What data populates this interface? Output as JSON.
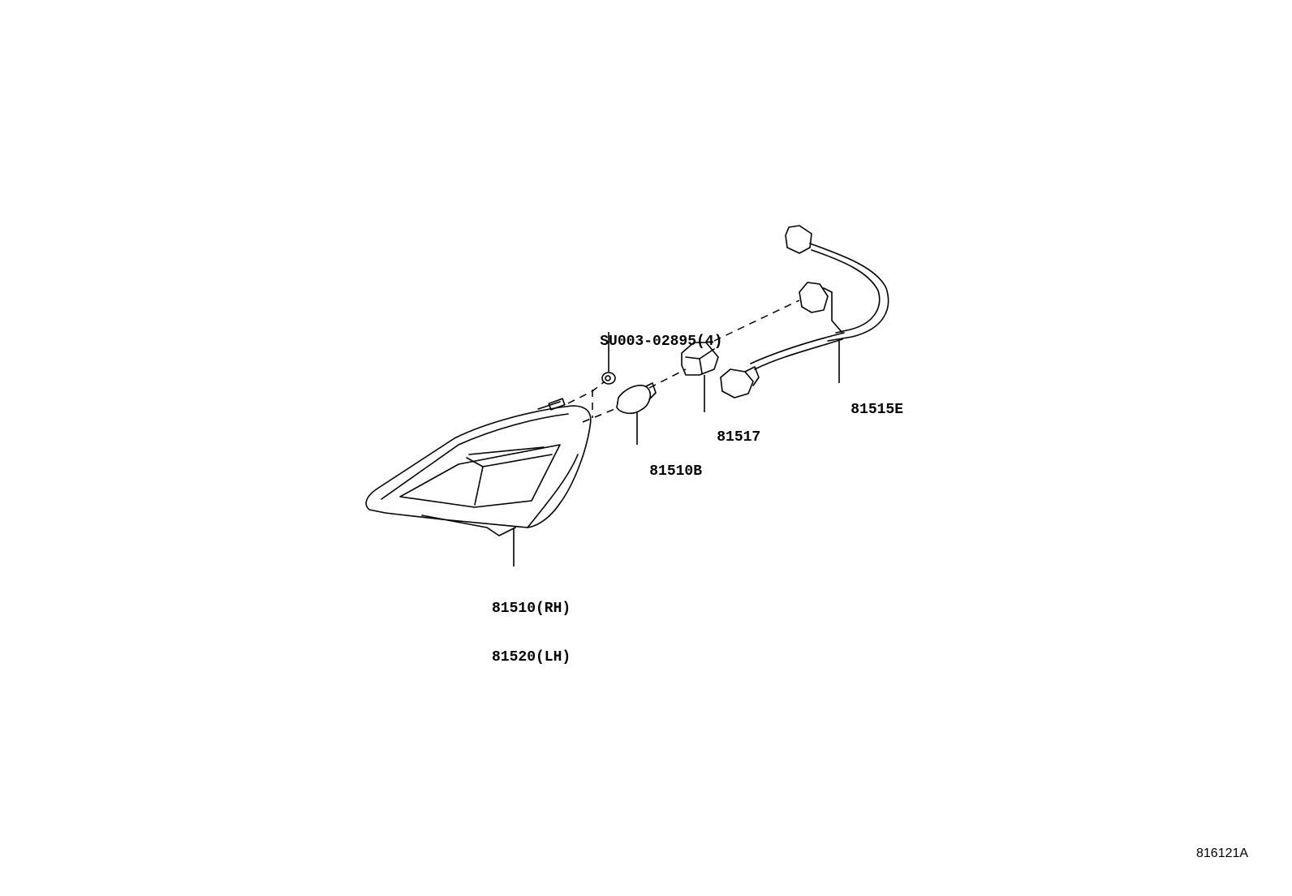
{
  "diagram": {
    "type": "exploded-parts-diagram",
    "figure_id": "816121A",
    "parts": [
      {
        "id": "lamp",
        "callout_lines": [
          "81510(RH)",
          "81520(LH)"
        ],
        "description": "lamp assembly"
      },
      {
        "id": "nut",
        "callout_lines": [
          "SU003-02895(4)"
        ],
        "description": "nut"
      },
      {
        "id": "bulb",
        "callout_lines": [
          "81510B"
        ],
        "description": "bulb"
      },
      {
        "id": "socket",
        "callout_lines": [
          "81517"
        ],
        "description": "socket"
      },
      {
        "id": "harness",
        "callout_lines": [
          "81515E"
        ],
        "description": "wire harness"
      }
    ]
  }
}
